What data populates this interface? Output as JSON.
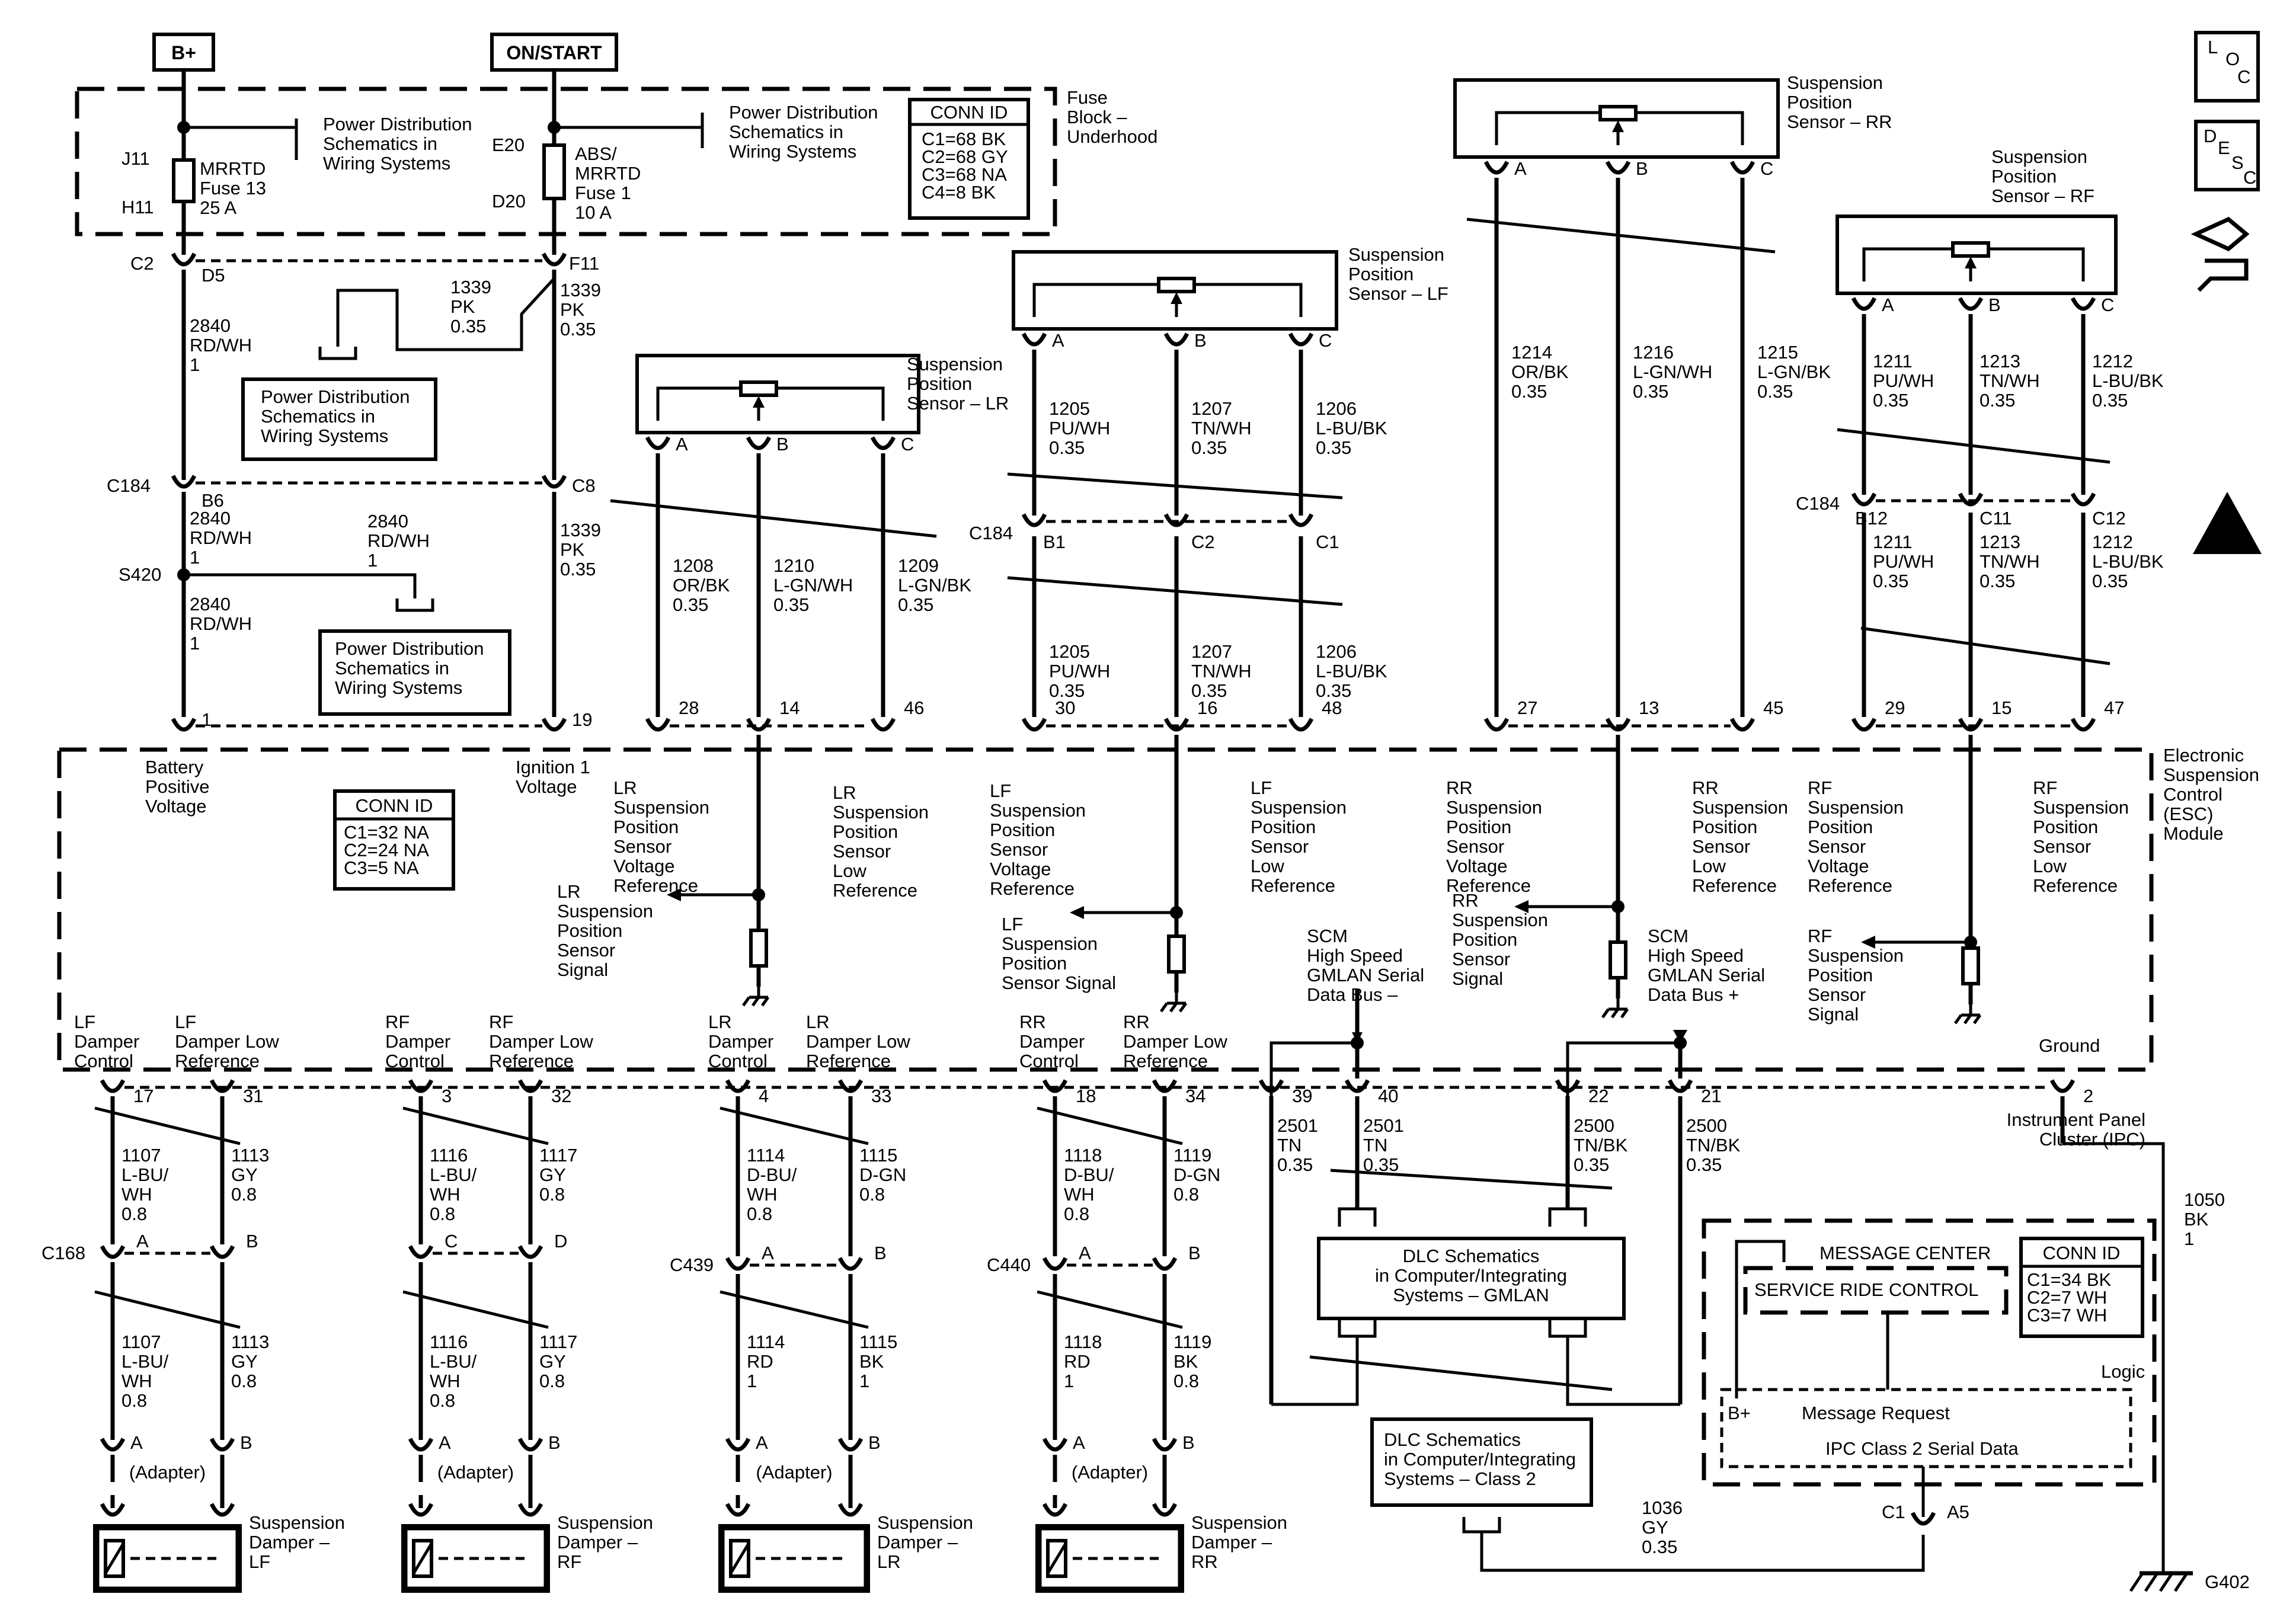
{
  "power": {
    "bplus": "B+",
    "on_start": "ON/START",
    "fuse_block": [
      "Fuse",
      "Block –",
      "Underhood"
    ],
    "pds_ref": [
      "Power Distribution",
      "Schematics in",
      "Wiring Systems"
    ],
    "conn_id_fuse": {
      "title": "CONN ID",
      "lines": [
        "C1=68 BK",
        "C2=68 GY",
        "C3=68 NA",
        "C4=8 BK"
      ]
    },
    "fuse13": {
      "top_cavity": "J11",
      "bottom_cavity": "H11",
      "lines": [
        "MRRTD",
        "Fuse 13",
        "25 A"
      ]
    },
    "fuse1": {
      "top_cavity": "E20",
      "bottom_cavity": "D20",
      "lines": [
        "ABS/",
        "MRRTD",
        "Fuse 1",
        "10 A"
      ]
    },
    "c2": "C2",
    "d5": "D5",
    "f11": "F11",
    "wire_2840": [
      "2840",
      "RD/WH",
      "1"
    ],
    "wire_1339_mid": [
      "1339",
      "PK",
      "0.35"
    ],
    "wire_1339": [
      "1339",
      "PK",
      "0.35"
    ],
    "c184": "C184",
    "b6": "B6",
    "c8": "C8",
    "s420": "S420",
    "wire_2840_b": [
      "2840",
      "RD/WH",
      "1"
    ],
    "wire_2840_c": [
      "2840",
      "RD/WH",
      "1"
    ],
    "wire_2840_d": [
      "2840",
      "RD/WH",
      "1"
    ]
  },
  "sensors": {
    "lr": {
      "name": [
        "Suspension",
        "Position",
        "Sensor – LR"
      ],
      "pins": [
        "A",
        "B",
        "C"
      ],
      "wires": [
        [
          "1208",
          "OR/BK",
          "0.35"
        ],
        [
          "1210",
          "L-GN/WH",
          "0.35"
        ],
        [
          "1209",
          "L-GN/BK",
          "0.35"
        ]
      ],
      "module_pins": [
        "28",
        "14",
        "46"
      ]
    },
    "lf": {
      "name": [
        "Suspension",
        "Position",
        "Sensor – LF"
      ],
      "pins": [
        "A",
        "B",
        "C"
      ],
      "wires": [
        [
          "1205",
          "PU/WH",
          "0.35"
        ],
        [
          "1207",
          "TN/WH",
          "0.35"
        ],
        [
          "1206",
          "L-BU/BK",
          "0.35"
        ]
      ],
      "conn": [
        "C184",
        "B1",
        "C2",
        "C1"
      ],
      "wires2": [
        [
          "1205",
          "PU/WH",
          "0.35"
        ],
        [
          "1207",
          "TN/WH",
          "0.35"
        ],
        [
          "1206",
          "L-BU/BK",
          "0.35"
        ]
      ],
      "module_pins": [
        "30",
        "16",
        "48"
      ]
    },
    "rr": {
      "name": [
        "Suspension",
        "Position",
        "Sensor – RR"
      ],
      "pins": [
        "A",
        "B",
        "C"
      ],
      "wires": [
        [
          "1214",
          "OR/BK",
          "0.35"
        ],
        [
          "1216",
          "L-GN/WH",
          "0.35"
        ],
        [
          "1215",
          "L-GN/BK",
          "0.35"
        ]
      ],
      "module_pins": [
        "27",
        "13",
        "45"
      ]
    },
    "rf": {
      "name": [
        "Suspension",
        "Position",
        "Sensor – RF"
      ],
      "pins": [
        "A",
        "B",
        "C"
      ],
      "wires": [
        [
          "1211",
          "PU/WH",
          "0.35"
        ],
        [
          "1213",
          "TN/WH",
          "0.35"
        ],
        [
          "1212",
          "L-BU/BK",
          "0.35"
        ]
      ],
      "conn": [
        "C184",
        "B12",
        "C11",
        "C12"
      ],
      "wires2": [
        [
          "1211",
          "PU/WH",
          "0.35"
        ],
        [
          "1213",
          "TN/WH",
          "0.35"
        ],
        [
          "1212",
          "L-BU/BK",
          "0.35"
        ]
      ],
      "module_pins": [
        "29",
        "15",
        "47"
      ]
    }
  },
  "module": {
    "name": [
      "Electronic",
      "Suspension",
      "Control",
      "(ESC)",
      "Module"
    ],
    "pin1": "1",
    "pin19": "19",
    "battery": [
      "Battery",
      "Positive",
      "Voltage"
    ],
    "ignition": [
      "Ignition 1",
      "Voltage"
    ],
    "conn_id": {
      "title": "CONN ID",
      "lines": [
        "C1=32 NA",
        "C2=24 NA",
        "C3=5 NA"
      ]
    },
    "lr_vref": [
      "LR",
      "Suspension",
      "Position",
      "Sensor",
      "Voltage",
      "Reference"
    ],
    "lr_low": [
      "LR",
      "Suspension",
      "Position",
      "Sensor",
      "Low",
      "Reference"
    ],
    "lr_sig": [
      "LR",
      "Suspension",
      "Position",
      "Sensor",
      "Signal"
    ],
    "lf_vref": [
      "LF",
      "Suspension",
      "Position",
      "Sensor",
      "Voltage",
      "Reference"
    ],
    "lf_sig": [
      "LF",
      "Suspension",
      "Position",
      "Sensor Signal"
    ],
    "lf_low": [
      "LF",
      "Suspension",
      "Position",
      "Sensor",
      "Low",
      "Reference"
    ],
    "rr_vref": [
      "RR",
      "Suspension",
      "Position",
      "Sensor",
      "Voltage",
      "Reference"
    ],
    "rr_sig": [
      "RR",
      "Suspension",
      "Position",
      "Sensor",
      "Signal"
    ],
    "rr_low": [
      "RR",
      "Suspension",
      "Position",
      "Sensor",
      "Low",
      "Reference"
    ],
    "rf_vref": [
      "RF",
      "Suspension",
      "Position",
      "Sensor",
      "Voltage",
      "Reference"
    ],
    "rf_sig": [
      "RF",
      "Suspension",
      "Position",
      "Sensor",
      "Signal"
    ],
    "rf_low": [
      "RF",
      "Suspension",
      "Position",
      "Sensor",
      "Low",
      "Reference"
    ],
    "scm_minus": [
      "SCM",
      "High Speed",
      "GMLAN Serial",
      "Data Bus –"
    ],
    "scm_plus": [
      "SCM",
      "High Speed",
      "GMLAN Serial",
      "Data Bus +"
    ],
    "ground": "Ground",
    "outputs": [
      [
        "LF",
        "Damper",
        "Control"
      ],
      [
        "LF",
        "Damper Low",
        "Reference"
      ],
      [
        "RF",
        "Damper",
        "Control"
      ],
      [
        "RF",
        "Damper Low",
        "Reference"
      ],
      [
        "LR",
        "Damper",
        "Control"
      ],
      [
        "LR",
        "Damper Low",
        "Reference"
      ],
      [
        "RR",
        "Damper",
        "Control"
      ],
      [
        "RR",
        "Damper Low",
        "Reference"
      ]
    ],
    "bottom_pins": [
      "17",
      "31",
      "3",
      "32",
      "4",
      "33",
      "18",
      "34",
      "39",
      "40",
      "22",
      "21",
      "2"
    ]
  },
  "dampers": {
    "lf": {
      "w1": [
        "1107",
        "L-BU/",
        "WH",
        "0.8"
      ],
      "w2": [
        "1113",
        "GY",
        "0.8"
      ],
      "conn": "C168",
      "p1": "A",
      "p2": "B",
      "w3": [
        "1107",
        "L-BU/",
        "WH",
        "0.8"
      ],
      "w4": [
        "1113",
        "GY",
        "0.8"
      ],
      "name": [
        "Suspension",
        "Damper –",
        "LF"
      ]
    },
    "rf": {
      "w1": [
        "1116",
        "L-BU/",
        "WH",
        "0.8"
      ],
      "w2": [
        "1117",
        "GY",
        "0.8"
      ],
      "p1": "C",
      "p2": "D",
      "w3": [
        "1116",
        "L-BU/",
        "WH",
        "0.8"
      ],
      "w4": [
        "1117",
        "GY",
        "0.8"
      ],
      "name": [
        "Suspension",
        "Damper –",
        "RF"
      ]
    },
    "lr": {
      "w1": [
        "1114",
        "D-BU/",
        "WH",
        "0.8"
      ],
      "w2": [
        "1115",
        "D-GN",
        "0.8"
      ],
      "conn": "C439",
      "p1": "A",
      "p2": "B",
      "w3": [
        "1114",
        "RD",
        "1"
      ],
      "w4": [
        "1115",
        "BK",
        "1"
      ],
      "name": [
        "Suspension",
        "Damper –",
        "LR"
      ]
    },
    "rr": {
      "w1": [
        "1118",
        "D-BU/",
        "WH",
        "0.8"
      ],
      "w2": [
        "1119",
        "D-GN",
        "0.8"
      ],
      "conn": "C440",
      "p1": "A",
      "p2": "B",
      "w3": [
        "1118",
        "RD",
        "1"
      ],
      "w4": [
        "1119",
        "BK",
        "0.8"
      ],
      "name": [
        "Suspension",
        "Damper –",
        "RR"
      ]
    },
    "pin_a": "A",
    "pin_b": "B",
    "adapter": "(Adapter)"
  },
  "serial": {
    "w2501a": [
      "2501",
      "TN",
      "0.35"
    ],
    "w2501b": [
      "2501",
      "TN",
      "0.35"
    ],
    "w2500a": [
      "2500",
      "TN/BK",
      "0.35"
    ],
    "w2500b": [
      "2500",
      "TN/BK",
      "0.35"
    ],
    "dlc_gmlan": [
      "DLC Schematics",
      "in Computer/Integrating",
      "Systems – GMLAN"
    ],
    "dlc_class2": [
      "DLC Schematics",
      "in Computer/Integrating",
      "Systems – Class 2"
    ],
    "w1036": [
      "1036",
      "GY",
      "0.35"
    ],
    "w1050": [
      "1050",
      "BK",
      "1"
    ],
    "g402": "G402"
  },
  "ipc": {
    "name": [
      "Instrument Panel",
      "Cluster (IPC)"
    ],
    "message_center": "MESSAGE CENTER",
    "service": "SERVICE RIDE CONTROL",
    "conn_id": {
      "title": "CONN ID",
      "lines": [
        "C1=34 BK",
        "C2=7 WH",
        "C3=7 WH"
      ]
    },
    "logic": "Logic",
    "bplus": "B+",
    "message_request": "Message Request",
    "class2": "IPC Class 2 Serial Data",
    "c1": "C1",
    "a5": "A5"
  },
  "legend": {
    "loc": [
      "L",
      "O",
      "C"
    ],
    "desc": [
      "D",
      "E",
      "S",
      "C"
    ]
  }
}
